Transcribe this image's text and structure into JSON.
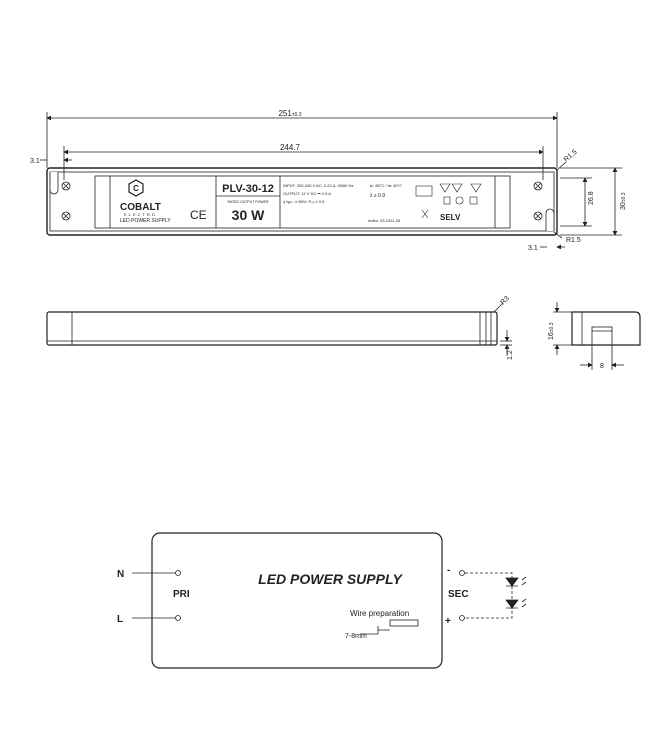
{
  "dimensions": {
    "overall_length": "251",
    "overall_length_tol": "±0.3",
    "hole_spacing": "244.7",
    "hole_offset_left": "3.1",
    "hole_offset_right": "3.1",
    "radius_top": "R1.5",
    "radius_bottom": "R1.5",
    "inner_height": "26.8",
    "overall_width": "30",
    "overall_width_tol": "±0.3",
    "corner_radius": "R3",
    "flange_thickness": "1.2",
    "height": "16",
    "height_tol": "±0.3",
    "connector_width": "8"
  },
  "label": {
    "brand": "COBALT",
    "brand_sub": "ELECTRO",
    "product_line": "LED POWER SUPPLY",
    "ce_mark": "CE",
    "model": "PLV-30-12",
    "rated_power_caption": "RATED OUTPUT POWER",
    "rated_power": "30 W",
    "input": "INPUT: 200-240 V AC, 0.22 A, 50/60 Hz",
    "output": "OUTPUT: 12 V DC ⎓ 2.5 A",
    "efficiency": "η typ.: ≥ 85%, P₀₀ ≤ 0.5",
    "temps": "tc: 85°C / ta: 45°C",
    "power_factor": "λ ≥ 0.9",
    "index": "Index: 23-1311-25",
    "selv": "SELV"
  },
  "schematic": {
    "title": "LED POWER SUPPLY",
    "input_n": "N",
    "input_l": "L",
    "primary": "PRI",
    "secondary": "SEC",
    "minus": "-",
    "plus": "+",
    "wire_prep": "Wire preparation",
    "strip_length": "7-8mm"
  }
}
